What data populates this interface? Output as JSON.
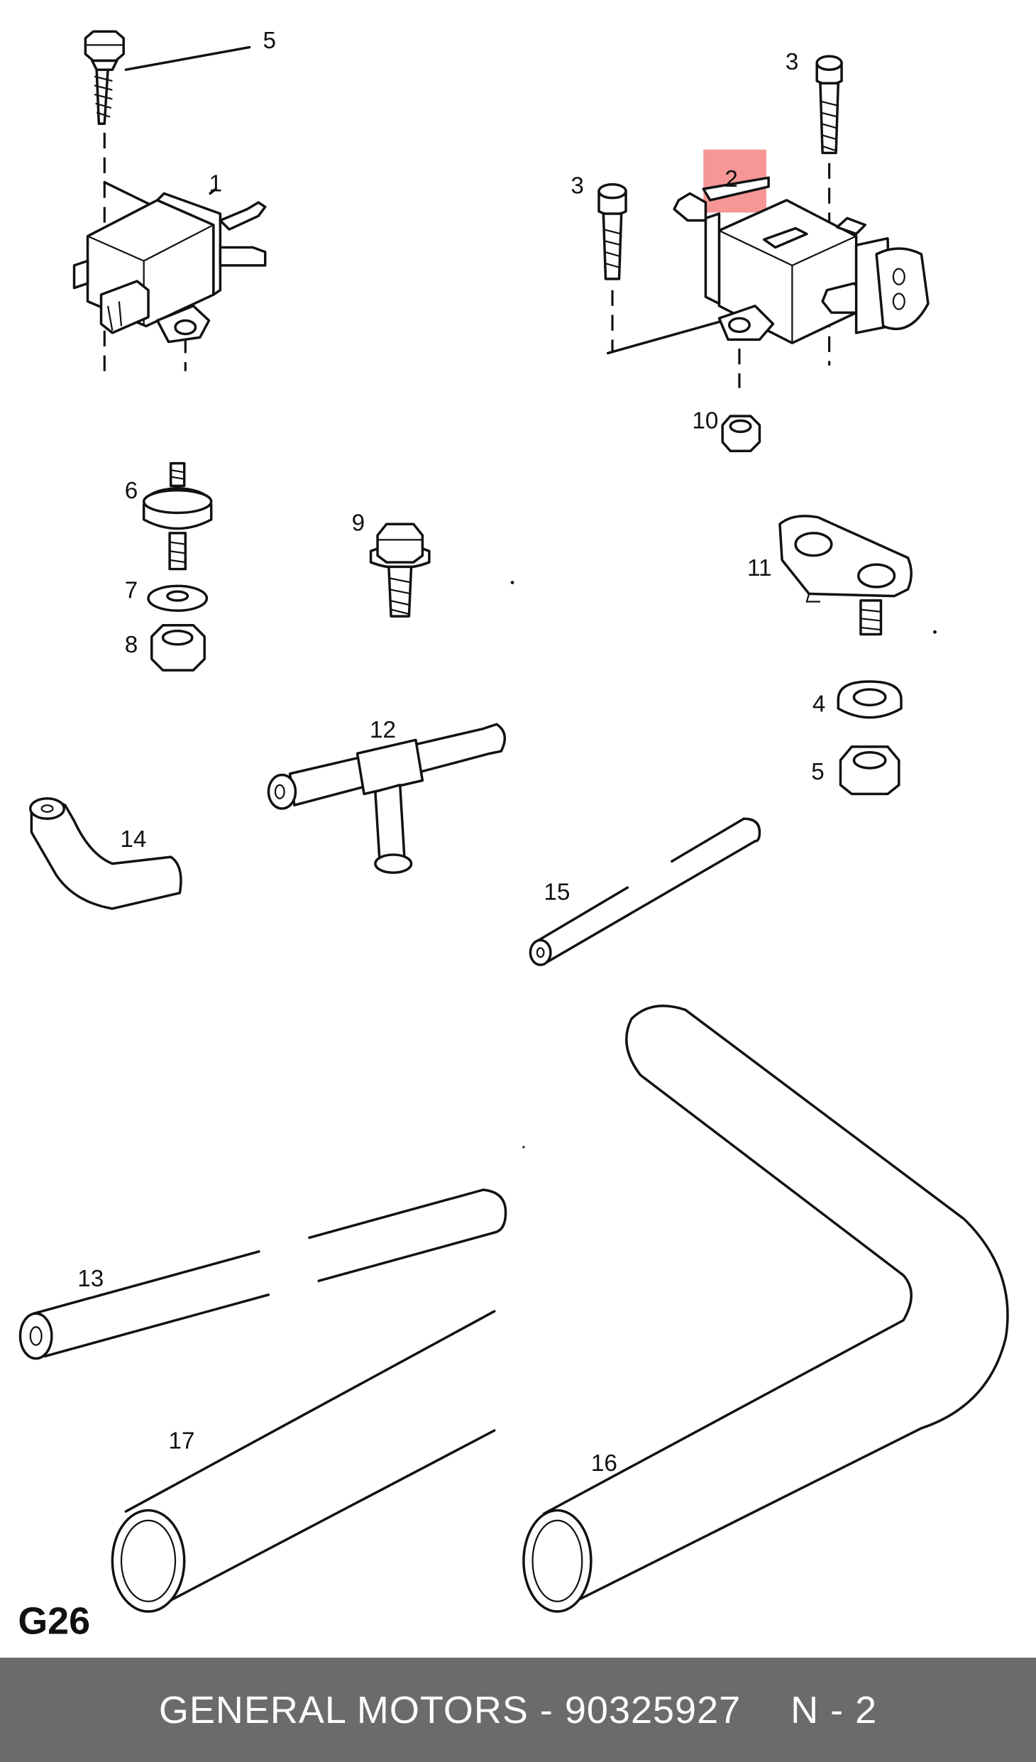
{
  "diagram": {
    "section_code": "G26",
    "highlight_color": "#f47c7c",
    "callouts": {
      "c1": "1",
      "c2": "2",
      "c3a": "3",
      "c3b": "3",
      "c4": "4",
      "c5a": "5",
      "c5b": "5",
      "c6": "6",
      "c7": "7",
      "c8": "8",
      "c9": "9",
      "c10": "10",
      "c11": "11",
      "c12": "12",
      "c13": "13",
      "c14": "14",
      "c15": "15",
      "c16": "16",
      "c17": "17"
    }
  },
  "footer": {
    "brand_part": "GENERAL MOTORS - 90325927",
    "quantity": "N - 2"
  }
}
